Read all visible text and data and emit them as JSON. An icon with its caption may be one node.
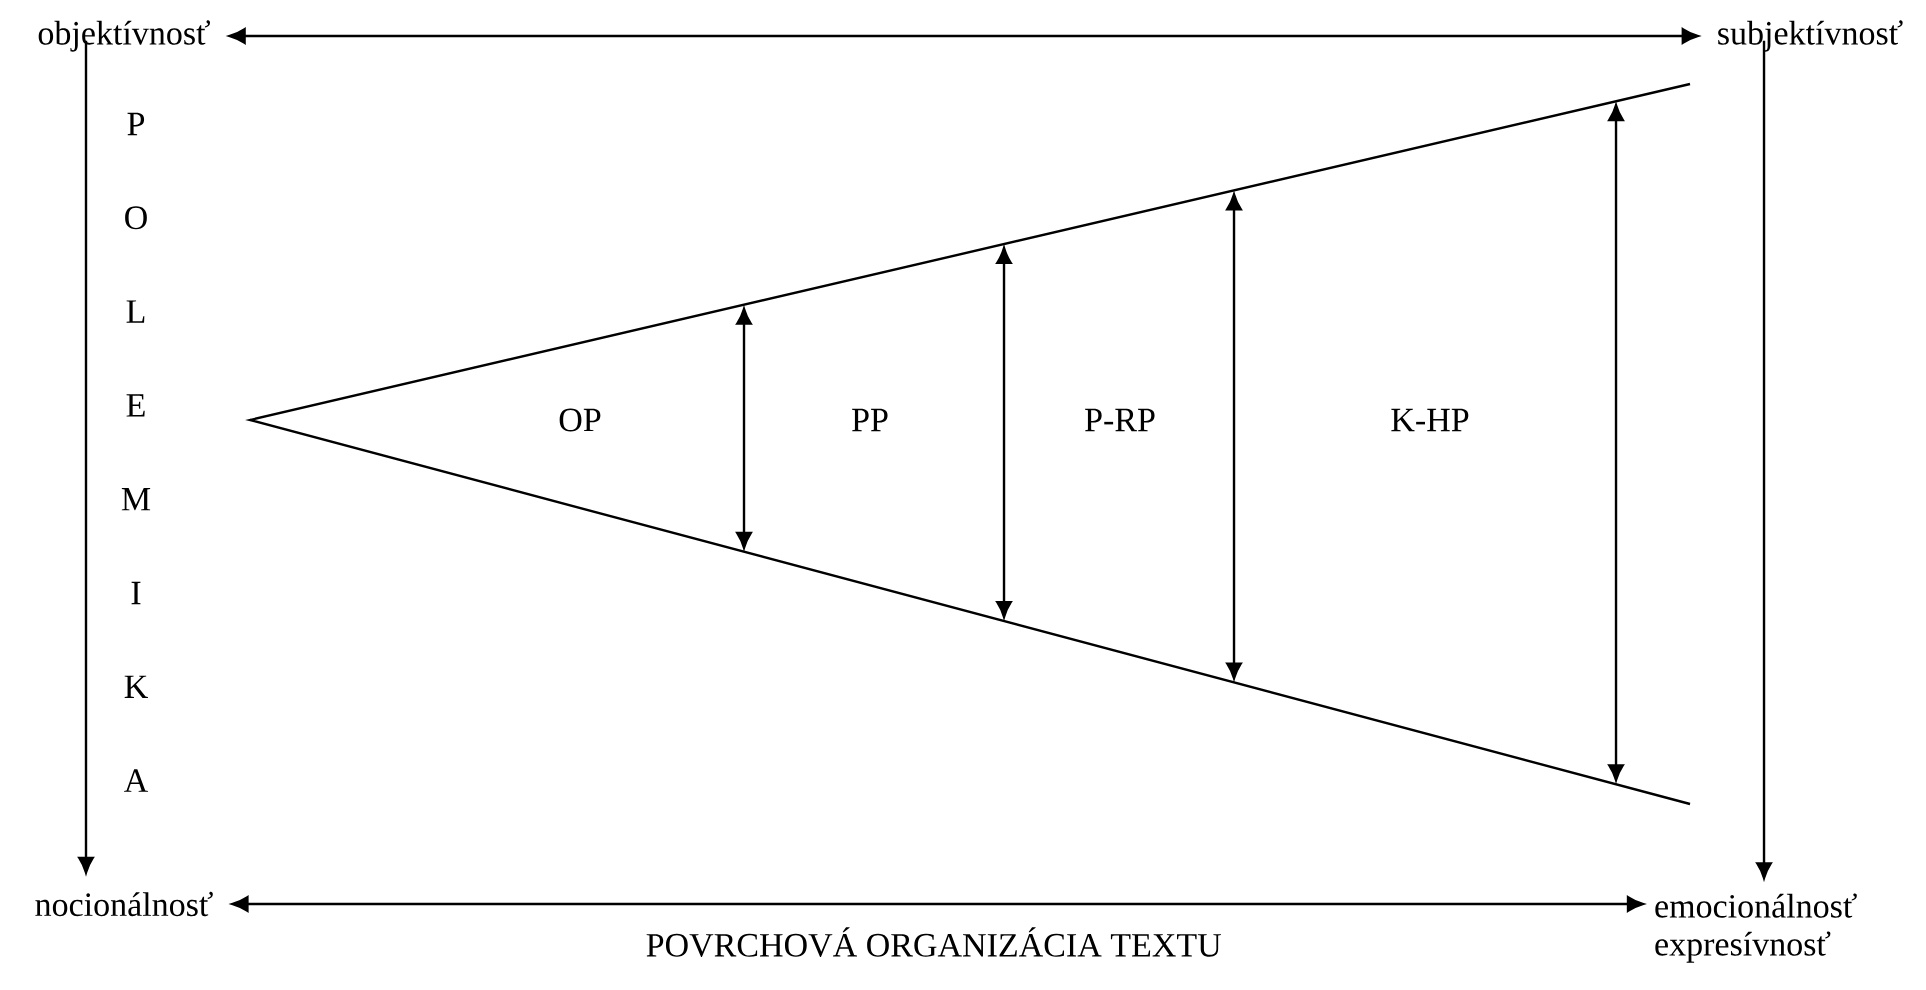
{
  "diagram": {
    "nodes": [
      {
        "text": [
          "objektívnosť"
        ]
      },
      {
        "text": [
          "subjektívnosť"
        ]
      },
      {
        "text": [
          "nocionálnosť"
        ]
      },
      {
        "text": [
          "emocionálnosť expresívnosť"
        ]
      }
    ],
    "edges": [
      {
        "from": 0,
        "to": 1,
        "arrow": "both"
      },
      {
        "from": 2,
        "to": 3,
        "arrow": "both",
        "label": "POVRCHOVÁ ORGANIZÁCIA TEXTU"
      },
      {
        "from": 0,
        "to": 2,
        "arrow": "to"
      },
      {
        "from": 1,
        "to": 3,
        "arrow": "to"
      }
    ],
    "labels": [
      "P",
      "O",
      "L",
      "E",
      "M",
      "I",
      "K",
      "A",
      "OP",
      "PP",
      "P-RP",
      "K-HP"
    ]
  }
}
